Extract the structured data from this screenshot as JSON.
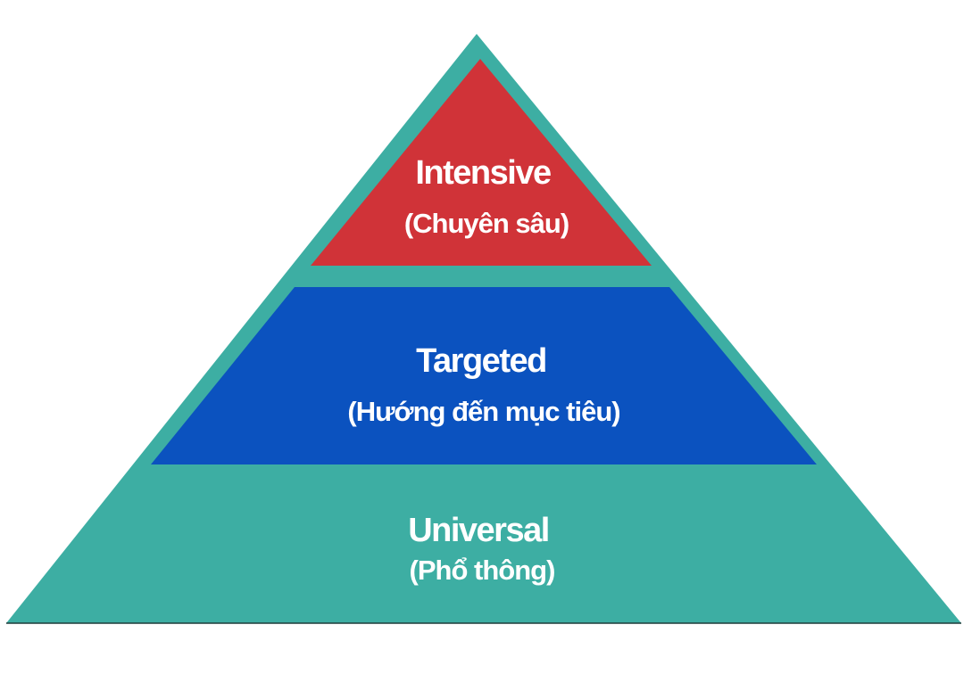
{
  "colors": {
    "background": "#ffffff",
    "frame": "#3daea3",
    "base_line": "#1f3b3a",
    "text": "#ffffff"
  },
  "pyramid": {
    "tiers": [
      {
        "id": "intensive",
        "title": "Intensive",
        "subtitle": "(Chuyên sâu)",
        "color": "#d03338"
      },
      {
        "id": "targeted",
        "title": "Targeted",
        "subtitle": "(Hướng đến mục tiêu)",
        "color": "#0b52bf"
      },
      {
        "id": "universal",
        "title": "Universal",
        "subtitle": "(Phổ thông)",
        "color": "#3daea3"
      }
    ]
  }
}
